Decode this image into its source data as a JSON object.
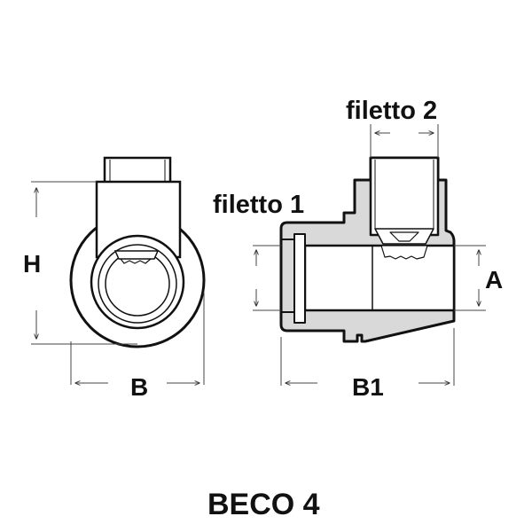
{
  "title": "BECO 4",
  "labels": {
    "height": "H",
    "width": "B",
    "thread1": "filetto 1",
    "thread2": "filetto 2",
    "diameter": "A",
    "length": "B1"
  },
  "colors": {
    "line": "#111111",
    "fill": "#d9d9d9",
    "dim": "#555555"
  }
}
